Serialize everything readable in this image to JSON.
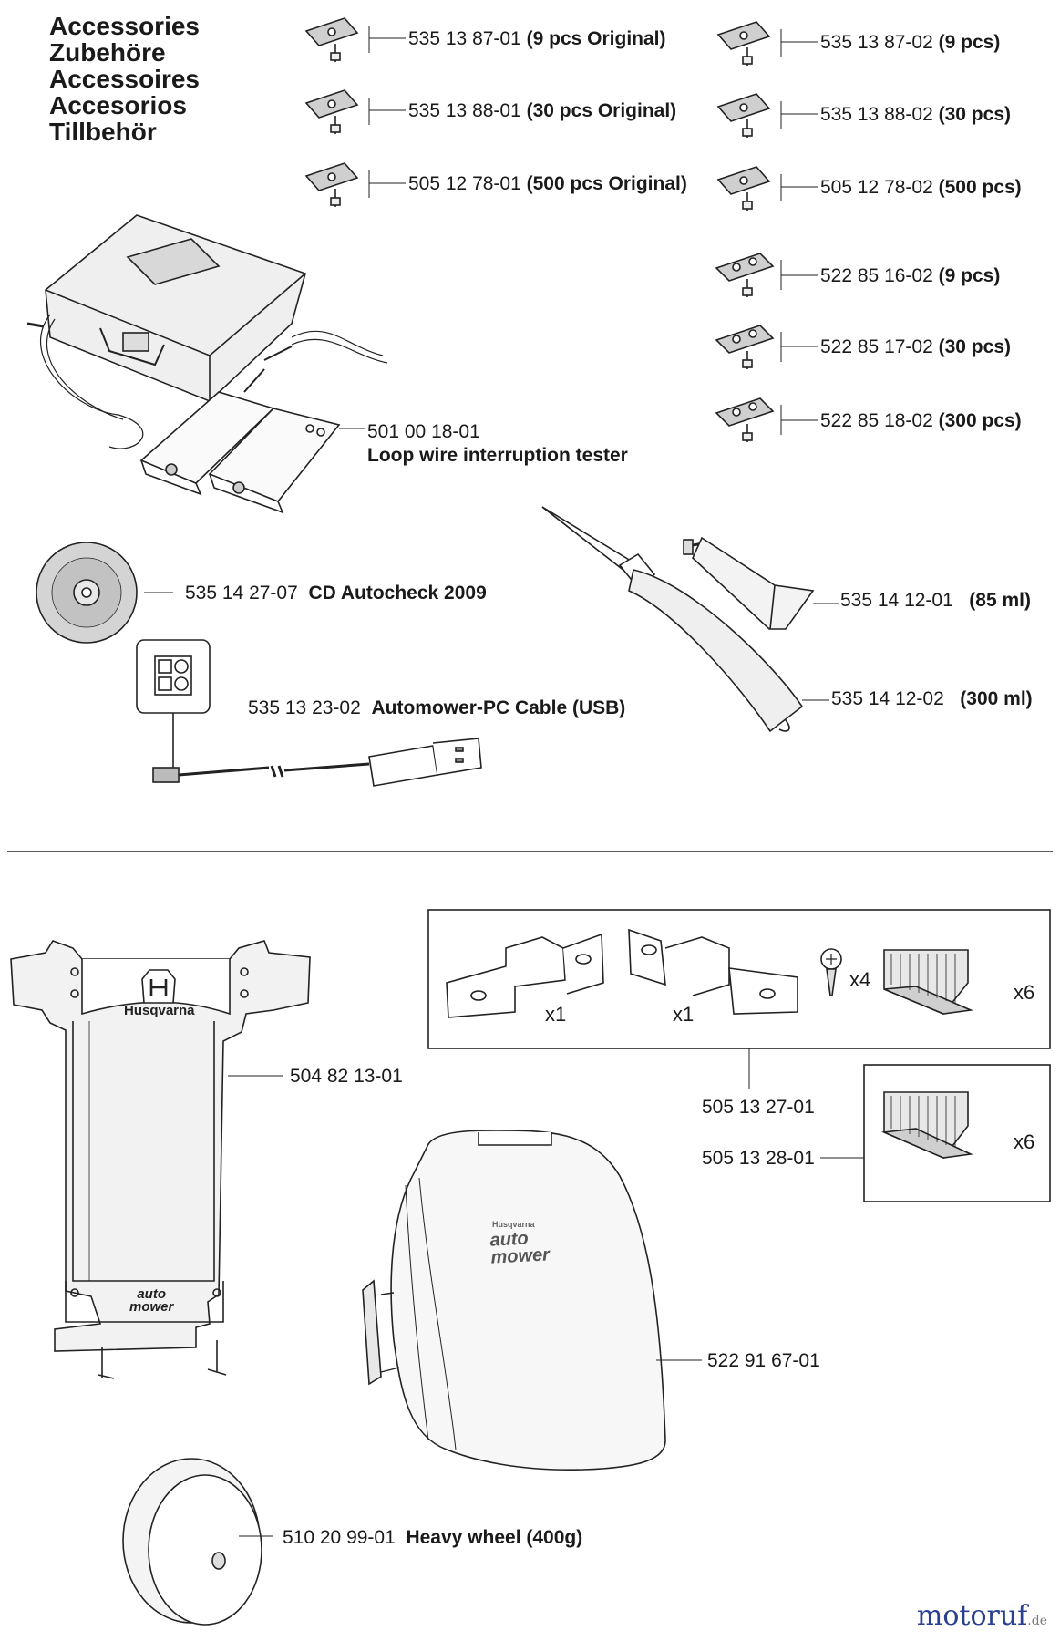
{
  "titles": [
    "Accessories",
    "Zubehöre",
    "Accessoires",
    "Accesorios",
    "Tillbehör"
  ],
  "parts": {
    "p5351387_01": {
      "number": "535 13 87-01",
      "desc": "(9 pcs Original)"
    },
    "p5351387_02": {
      "number": "535 13 87-02",
      "desc": "(9 pcs)"
    },
    "p5351388_01": {
      "number": "535 13 88-01",
      "desc": "(30 pcs Original)"
    },
    "p5351388_02": {
      "number": "535 13 88-02",
      "desc": "(30 pcs)"
    },
    "p5051278_01": {
      "number": "505 12 78-01",
      "desc": "(500 pcs Original)"
    },
    "p5051278_02": {
      "number": "505 12 78-02",
      "desc": "(500 pcs)"
    },
    "p5228516_02": {
      "number": "522 85 16-02",
      "desc": "(9 pcs)"
    },
    "p5228517_02": {
      "number": "522 85 17-02",
      "desc": "(30 pcs)"
    },
    "p5228518_02": {
      "number": "522 85 18-02",
      "desc": "(300 pcs)"
    },
    "p5010018_01": {
      "number": "501 00 18-01",
      "desc": "Loop wire interruption tester"
    },
    "p5351427_07": {
      "number": "535 14 27-07",
      "desc": "CD Autocheck 2009"
    },
    "p5351412_01": {
      "number": "535 14 12-01",
      "desc": "(85 ml)"
    },
    "p5351412_02": {
      "number": "535 14 12-02",
      "desc": "(300 ml)"
    },
    "p5351323_02": {
      "number": "535 13 23-02",
      "desc": "Automower-PC Cable (USB)"
    },
    "p5048213_01": {
      "number": "504 82 13-01"
    },
    "p5051327_01": {
      "number": "505 13 27-01"
    },
    "p5051328_01": {
      "number": "505 13 28-01"
    },
    "p5229167_01": {
      "number": "522 91 67-01"
    },
    "p5102099_01": {
      "number": "510 20 99-01",
      "desc": "Heavy wheel (400g)"
    }
  },
  "multipliers": {
    "bracket_left": "x1",
    "bracket_right": "x1",
    "screw": "x4",
    "brush_kit": "x6",
    "brush_single": "x6"
  },
  "brand": {
    "name": "Husqvarna",
    "logo_letter": "H",
    "product_line_1": "auto",
    "product_line_2": "mower"
  },
  "watermark": {
    "name": "motoruf",
    "suffix": ".de"
  }
}
